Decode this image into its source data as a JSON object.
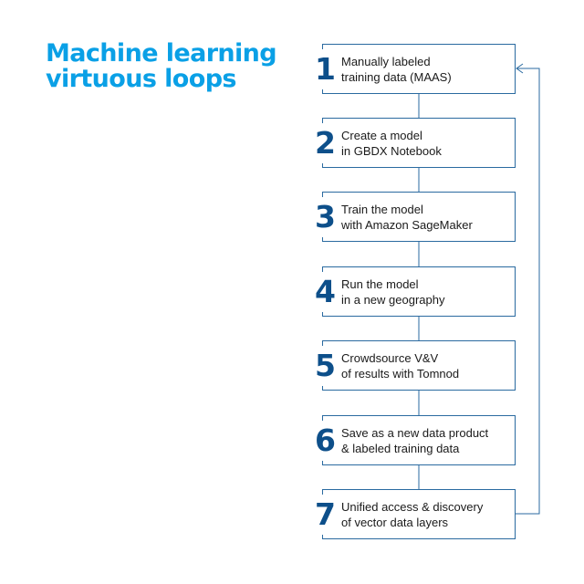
{
  "title": {
    "line1": "Machine learning",
    "line2": "virtuous loops"
  },
  "colors": {
    "accent": "#0aa0e6",
    "number": "#0d4f8a",
    "line": "#2a6aa0",
    "text": "#1a1a1a"
  },
  "steps": [
    {
      "number": "1",
      "line1": "Manually labeled",
      "line2": "training data (MAAS)"
    },
    {
      "number": "2",
      "line1": "Create a model",
      "line2": "in GBDX Notebook"
    },
    {
      "number": "3",
      "line1": "Train the model",
      "line2": "with Amazon SageMaker"
    },
    {
      "number": "4",
      "line1": "Run the model",
      "line2": "in a new geography"
    },
    {
      "number": "5",
      "line1": "Crowdsource V&V",
      "line2": "of results with Tomnod"
    },
    {
      "number": "6",
      "line1": "Save as a new data product",
      "line2": "& labeled training data"
    },
    {
      "number": "7",
      "line1": "Unified access & discovery",
      "line2": "of vector data layers"
    }
  ]
}
